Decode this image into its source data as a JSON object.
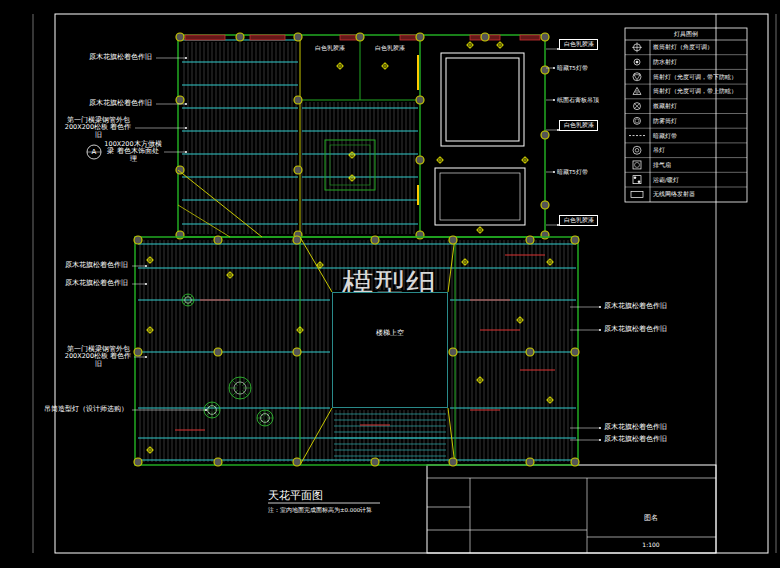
{
  "diagram": {
    "title": "天花平面图",
    "caption": "注：室内地面完成面标高为±0.000计算",
    "nodes": [
      {
        "text": [
          "楼梯上空"
        ]
      },
      {
        "text": [
          "白色乳胶漆"
        ]
      },
      {
        "text": [
          "白色乳胶漆"
        ]
      },
      {
        "text": [
          "白色乳胶漆"
        ]
      }
    ],
    "labels": [
      "原木花旗松着色作旧",
      "原木花旗松着色作旧",
      "第一门横梁钢管外包200X200松板 着色作旧",
      "A",
      "100X200木方做横梁 着色木饰面处理",
      "原木花旗松着色作旧",
      "原木花旗松着色作旧",
      "第一门横梁钢管外包200X200松板 着色作旧",
      "吊筒造型灯（设计师选购）",
      "原木花旗松着色作旧",
      "原木花旗松着色作旧",
      "原木花旗松着色作旧",
      "原木花旗松着色作旧",
      "暗藏T5灯带",
      "纸面石膏板吊顶",
      "暗藏T5灯带",
      "白色乳胶漆",
      "白色乳胶漆",
      "灯具图例",
      "图名",
      "1:100",
      "模型组"
    ],
    "legend": [
      {
        "text": "嵌筒射灯（角度可调）"
      },
      {
        "text": "防水射灯"
      },
      {
        "text": "筒射灯（光度可调，带下防眩）"
      },
      {
        "text": "筒射灯（光度可调，带上防眩）"
      },
      {
        "text": "嵌藏射灯"
      },
      {
        "text": "防雾筒灯"
      },
      {
        "text": "暗藏灯带"
      },
      {
        "text": "吊灯"
      },
      {
        "text": "排气扇"
      },
      {
        "text": "浴霸/暖灯"
      },
      {
        "text": "无线网络发射器"
      }
    ]
  }
}
